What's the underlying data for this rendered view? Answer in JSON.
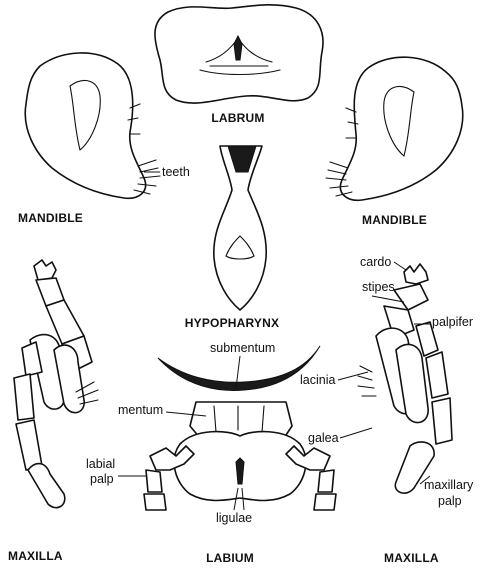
{
  "labels": {
    "labrum": "LABRUM",
    "mandible_left": "MANDIBLE",
    "mandible_right": "MANDIBLE",
    "teeth": "teeth",
    "hypopharynx": "HYPOPHARYNX",
    "submentum": "submentum",
    "mentum": "mentum",
    "labial_palp_line1": "labial",
    "labial_palp_line2": "palp",
    "ligulae": "ligulae",
    "labium": "LABIUM",
    "maxilla_left": "MAXILLA",
    "maxilla_right": "MAXILLA",
    "cardo": "cardo",
    "stipes": "stipes",
    "palpifer": "palpifer",
    "lacinia": "lacinia",
    "galea": "galea",
    "maxillary_palp_line1": "maxillary",
    "maxillary_palp_line2": "palp"
  },
  "colors": {
    "ink": "#111111",
    "background": "#ffffff"
  }
}
